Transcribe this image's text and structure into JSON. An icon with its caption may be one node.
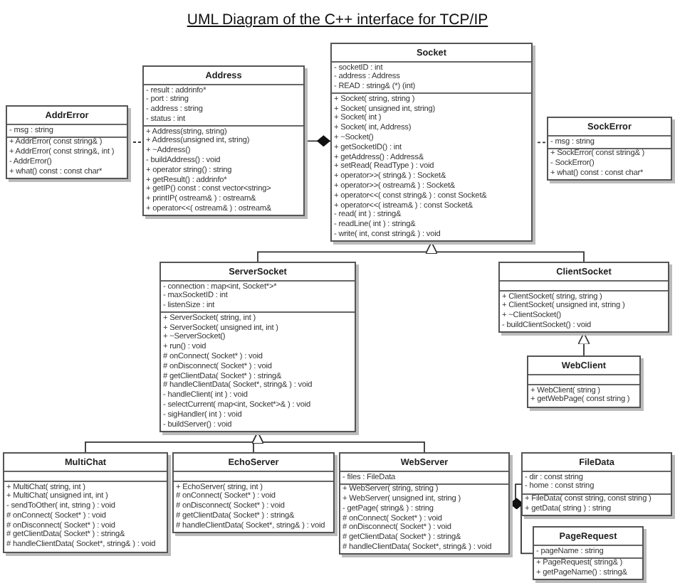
{
  "diagram": {
    "title": "UML Diagram of the C++ interface for TCP/IP",
    "nodes": [
      {
        "text": [
          "AddrError"
        ]
      },
      {
        "text": [
          "- msg : string"
        ],
        "in": 0
      },
      {
        "text": [
          "+ AddrError( const string& )",
          "+ AddrError( const string&, int )",
          "- AddrError()",
          "+ what() const : const char*"
        ],
        "in": 0
      },
      {
        "text": [
          "Address"
        ]
      },
      {
        "text": [
          "- result : addrinfo*",
          "- port : string",
          "- address : string",
          "- status : int"
        ],
        "in": 3
      },
      {
        "text": [
          "+ Address(string, string)",
          "+ Address(unsigned int, string)",
          "+ ~Address()",
          "- buildAddress() : void",
          "+ operator string() : string",
          "+ getResult() : addrinfo*",
          "+ getIP() const : const vector<string>",
          "+ printIP( ostream& ) : ostream&",
          "+ operator<<( ostream& ) : ostream&"
        ],
        "in": 3
      },
      {
        "text": [
          "Socket"
        ]
      },
      {
        "text": [
          "- socketID : int",
          "- address : Address",
          "- READ : string& (*) (int)"
        ],
        "in": 6
      },
      {
        "text": [
          "+ Socket( string, string )",
          "+ Socket( unsigned int, string)",
          "+ Socket( int )",
          "+ Socket( int, Address)",
          "+ ~Socket()",
          "+ getSocketID() : int",
          "+ getAddress() : Address&",
          "+ setRead( ReadType ) : void",
          "+ operator>>( string& ) : Socket&",
          "+ operator>>( ostream& ) : Socket&",
          "+ operator<<( const string& ) : const Socket&",
          "+ operator<<( istream& ) : const Socket&",
          "- read( int ) : string&",
          "- readLine( int ) : string&",
          "- write( int, const string& ) : void"
        ],
        "in": 6
      },
      {
        "text": [
          "SockError"
        ]
      },
      {
        "text": [
          "- msg : string"
        ],
        "in": 9
      },
      {
        "text": [
          "+ SockError( const string& )",
          "- SockError()",
          "+ what() const : const char*"
        ],
        "in": 9
      },
      {
        "text": [
          "ServerSocket"
        ]
      },
      {
        "text": [
          "- connection : map<int, Socket*>*",
          "- maxSocketID : int",
          "- listenSize : int"
        ],
        "in": 12
      },
      {
        "text": [
          "+ ServerSocket( string, int )",
          "+ ServerSocket( unsigned int, int )",
          "+ ~ServerSocket()",
          "+ run() : void",
          "# onConnect( Socket* ) : void",
          "# onDisconnect( Socket* ) : void",
          "# getClientData( Socket* ) : string&",
          "# handleClientData( Socket*, string& ) : void",
          "- handleClient( int ) : void",
          "- selectCurrent( map<int, Socket*>& ) : void",
          "- sigHandler( int ) : void",
          "- buildServer() : void"
        ],
        "in": 12
      },
      {
        "text": [
          "ClientSocket"
        ]
      },
      {
        "text": [],
        "shape": "box",
        "in": 15
      },
      {
        "text": [
          "+ ClientSocket( string, string )",
          "+ ClientSocket( unsigned int, string )",
          "+ ~ClientSocket()",
          "- buildClientSocket() : void"
        ],
        "in": 15
      },
      {
        "text": [
          "WebClient"
        ]
      },
      {
        "text": [],
        "shape": "box",
        "in": 18
      },
      {
        "text": [
          "+ WebClient( string )",
          "+ getWebPage( const string )"
        ],
        "in": 18
      },
      {
        "text": [
          "MultiChat"
        ]
      },
      {
        "text": [],
        "shape": "box",
        "in": 21
      },
      {
        "text": [
          "+ MultiChat( string, int )",
          "+ MultiChat( unsigned int, int )",
          "- sendToOther( int, string ) : void",
          "# onConnect( Socket* ) : void",
          "# onDisconnect( Socket* ) : void",
          "# getClientData( Socket* ) : string&",
          "# handleClientData( Socket*, string& ) : void"
        ],
        "in": 21
      },
      {
        "text": [
          "EchoServer"
        ]
      },
      {
        "text": [],
        "shape": "box",
        "in": 24
      },
      {
        "text": [
          "+ EchoServer( string, int )",
          "# onConnect( Socket* ) : void",
          "# onDisconnect( Socket* ) : void",
          "# getClientData( Socket* ) : string&",
          "# handleClientData( Socket*, string& ) : void"
        ],
        "in": 24
      },
      {
        "text": [
          "WebServer"
        ]
      },
      {
        "text": [
          "- files : FileData"
        ],
        "in": 27
      },
      {
        "text": [
          "+ WebServer( string, string )",
          "+ WebServer( unsigned int, string )",
          "- getPage( string& ) : string",
          "# onConnect( Socket* ) : void",
          "# onDisconnect( Socket* ) : void",
          "# getClientData( Socket* ) : string&",
          "# handleClientData( Socket*, string& ) : void"
        ],
        "in": 27
      },
      {
        "text": [
          "FileData"
        ]
      },
      {
        "text": [
          "- dir : const string",
          "- home : const string"
        ],
        "in": 30
      },
      {
        "text": [
          "+ FileData( const string, const string )",
          "+ getData( string ) : string"
        ],
        "in": 30
      },
      {
        "text": [
          "PageRequest"
        ]
      },
      {
        "text": [
          "- pageName : string"
        ],
        "in": 33
      },
      {
        "text": [
          "+ PageRequest( string& )",
          "+ getPageName() : string&"
        ],
        "in": 33
      }
    ],
    "edges": [
      {
        "from": 0,
        "to": 3,
        "arrow": "none",
        "style": "dashed"
      },
      {
        "from": 3,
        "to": 6,
        "arrow": "other"
      },
      {
        "from": 6,
        "to": 9,
        "arrow": "none",
        "style": "dashed"
      },
      {
        "from": 12,
        "to": 6,
        "arrow": "to"
      },
      {
        "from": 15,
        "to": 6,
        "arrow": "to"
      },
      {
        "from": 18,
        "to": 15,
        "arrow": "to"
      },
      {
        "from": 21,
        "to": 12,
        "arrow": "to"
      },
      {
        "from": 24,
        "to": 12,
        "arrow": "to"
      },
      {
        "from": 27,
        "to": 12,
        "arrow": "to"
      },
      {
        "from": 30,
        "to": 27,
        "arrow": "other"
      },
      {
        "from": 33,
        "to": 27,
        "arrow": "other"
      }
    ]
  }
}
